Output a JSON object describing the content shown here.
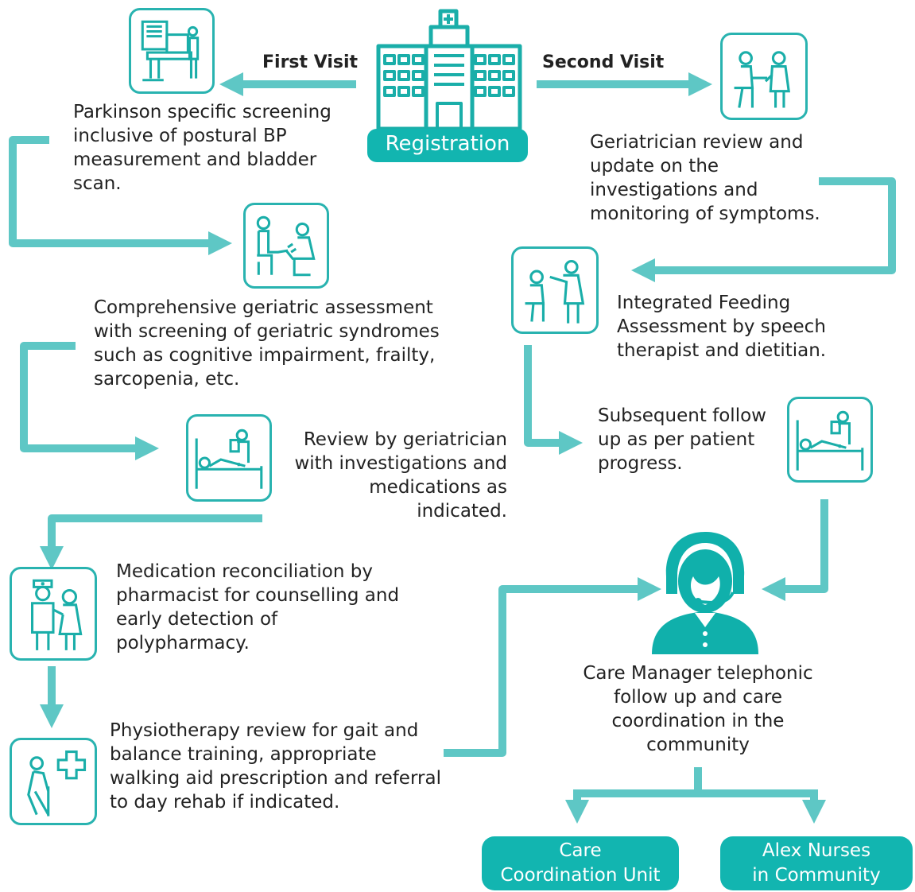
{
  "colors": {
    "accent": "#29b3b0",
    "pill_fill": "#12b5b0",
    "text": "#222222"
  },
  "labels": {
    "first_visit": "First Visit",
    "second_visit": "Second Visit"
  },
  "registration": {
    "label": "Registration",
    "icon": "hospital-building-icon"
  },
  "steps": {
    "parkinson_screening": {
      "icon": "bp-measurement-machine-icon",
      "text": "Parkinson specific screening inclusive of postural BP measurement and bladder scan."
    },
    "geriatric_assessment": {
      "icon": "foot-examination-icon",
      "text": "Comprehensive geriatric assessment with screening of geriatric syndromes such as cognitive impairment, frailty, sarcopenia, etc."
    },
    "geriatrician_review": {
      "icon": "hospital-bed-doctor-icon",
      "text": "Review by geriatrician with investigations and medications as indicated."
    },
    "medication_reconciliation": {
      "icon": "nurse-patient-icon",
      "text": "Medication reconciliation by pharmacist for counselling and early detection of polypharmacy."
    },
    "physiotherapy_review": {
      "icon": "elderly-walking-aid-icon",
      "text": "Physiotherapy review for gait and balance training, appropriate walking aid prescription and referral to day rehab if indicated."
    },
    "geriatrician_update": {
      "icon": "consultation-icon",
      "text": "Geriatrician review and update on the investigations and monitoring of symptoms."
    },
    "feeding_assessment": {
      "icon": "speech-therapist-icon",
      "text": "Integrated Feeding Assessment by speech therapist and dietitian."
    },
    "subsequent_follow_up": {
      "icon": "hospital-bed-doctor-icon",
      "text": "Subsequent follow up as per patient progress."
    },
    "care_manager": {
      "icon": "call-center-agent-icon",
      "text": "Care Manager telephonic follow up and care coordination in the community"
    }
  },
  "destinations": {
    "care_coordination_unit": {
      "line1": "Care",
      "line2": "Coordination Unit"
    },
    "alex_nurses": {
      "line1": "Alex Nurses",
      "line2": "in Community"
    }
  }
}
